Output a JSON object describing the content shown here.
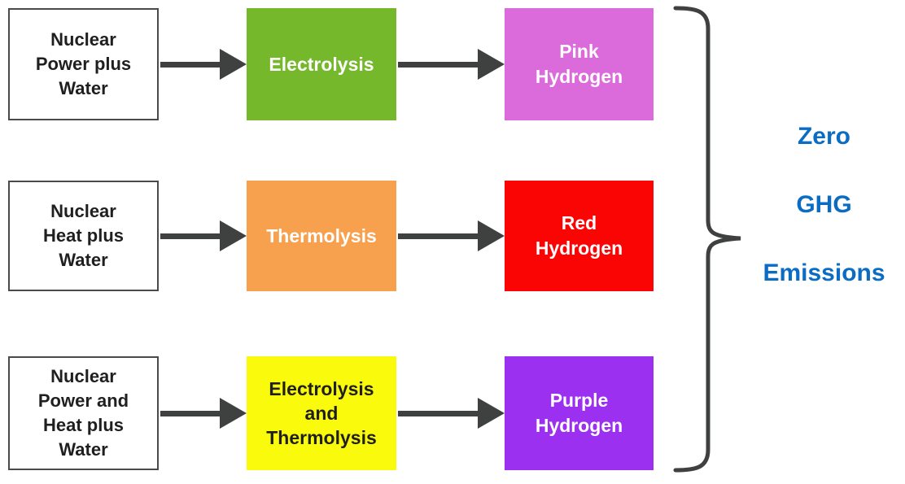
{
  "colors": {
    "arrow": "#3f4040",
    "brace": "#3f4040",
    "box_border": "#4a4a4a",
    "input_text": "#1f1f1f",
    "annotation_text": "#0b6cc4",
    "white_text": "#ffffff",
    "dark_text": "#1f1f1f"
  },
  "rows": [
    {
      "input": {
        "lines": [
          "Nuclear",
          "Power plus",
          "Water"
        ]
      },
      "process": {
        "lines": [
          "Electrolysis"
        ],
        "color": "#76b82c",
        "text": "#ffffff"
      },
      "output": {
        "lines": [
          "Pink",
          "Hydrogen"
        ],
        "color": "#db6bdb",
        "text": "#ffffff"
      }
    },
    {
      "input": {
        "lines": [
          "Nuclear",
          "Heat plus",
          "Water"
        ]
      },
      "process": {
        "lines": [
          "Thermolysis"
        ],
        "color": "#f7a04e",
        "text": "#ffffff"
      },
      "output": {
        "lines": [
          "Red",
          "Hydrogen"
        ],
        "color": "#fb0404",
        "text": "#ffffff"
      }
    },
    {
      "input": {
        "lines": [
          "Nuclear",
          "Power and",
          "Heat plus",
          "Water"
        ]
      },
      "process": {
        "lines": [
          "Electrolysis",
          "and",
          "Thermolysis"
        ],
        "color": "#fafa0c",
        "text": "#1f1f1f"
      },
      "output": {
        "lines": [
          "Purple",
          "Hydrogen"
        ],
        "color": "#9b30f0",
        "text": "#ffffff"
      }
    }
  ],
  "annotation": {
    "lines": [
      "Zero",
      "GHG",
      "Emissions"
    ]
  }
}
